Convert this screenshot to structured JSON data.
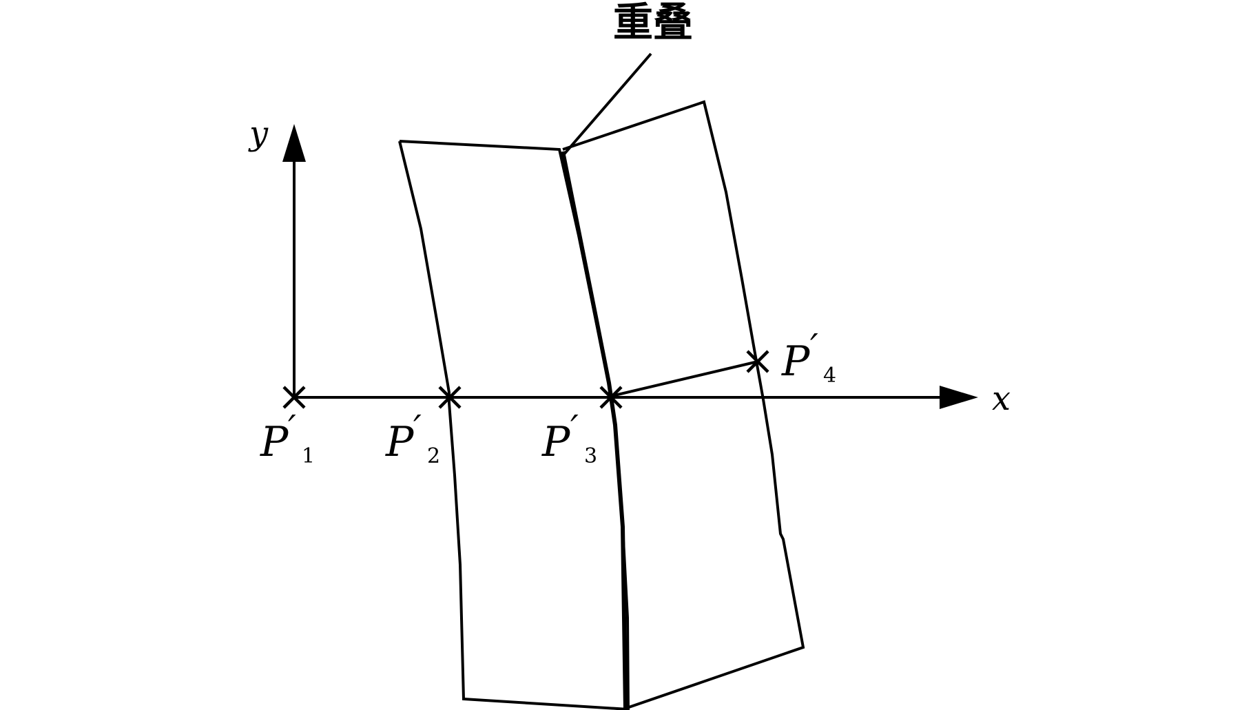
{
  "labels": {
    "overlap": "重叠",
    "axis_x": "x",
    "axis_y": "y",
    "prime": "′",
    "points": [
      {
        "name": "P",
        "sub": "1"
      },
      {
        "name": "P",
        "sub": "2"
      },
      {
        "name": "P",
        "sub": "3"
      },
      {
        "name": "P",
        "sub": "4"
      }
    ]
  }
}
